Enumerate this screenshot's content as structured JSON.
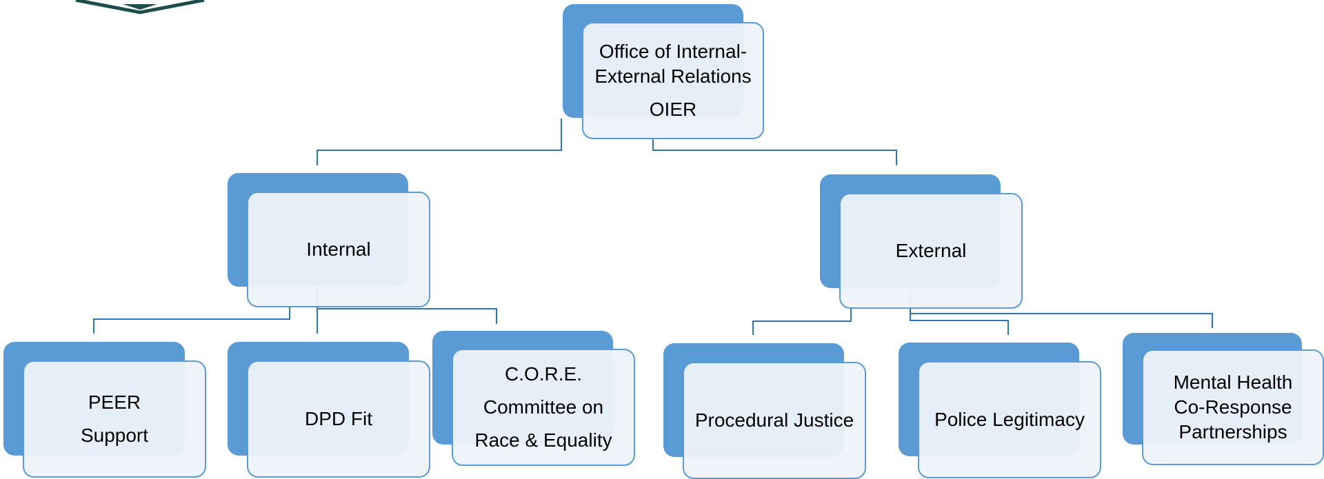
{
  "colors": {
    "accent": "#5b9bd5",
    "connector": "#2e75b6",
    "box_fill": "#eef3fa",
    "logo": "#1b4d4d"
  },
  "root": {
    "lines": [
      "Office of Internal-",
      "External Relations",
      "OIER"
    ]
  },
  "branches": [
    {
      "label": "Internal",
      "children": [
        {
          "lines": [
            "PEER",
            "Support"
          ]
        },
        {
          "lines": [
            "DPD Fit"
          ]
        },
        {
          "lines": [
            "C.O.R.E.",
            "Committee on",
            "Race & Equality"
          ]
        }
      ]
    },
    {
      "label": "External",
      "children": [
        {
          "lines": [
            "Procedural Justice"
          ]
        },
        {
          "lines": [
            "Police Legitimacy"
          ]
        },
        {
          "lines": [
            "Mental Health",
            "Co-Response",
            "Partnerships"
          ]
        }
      ]
    }
  ]
}
